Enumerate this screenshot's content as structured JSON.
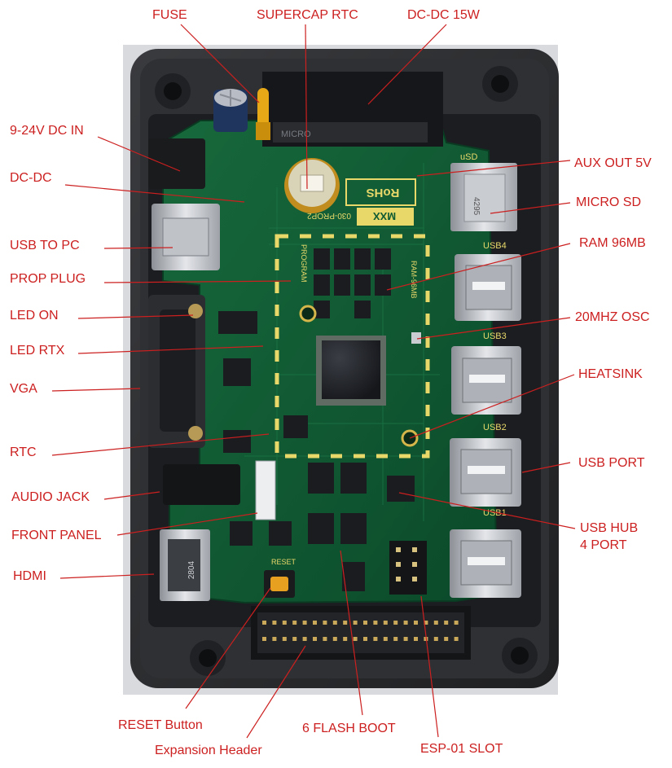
{
  "labels": {
    "fuse": "FUSE",
    "supercap_rtc": "SUPERCAP RTC",
    "dcdc_15w": "DC-DC 15W",
    "dc_in": "9-24V DC IN",
    "dcdc": "DC-DC",
    "usb_to_pc": "USB TO PC",
    "prop_plug": "PROP PLUG",
    "led_on": "LED ON",
    "led_rtx": "LED RTX",
    "vga": "VGA",
    "rtc": "RTC",
    "audio_jack": "AUDIO JACK",
    "front_panel": "FRONT PANEL",
    "hdmi": "HDMI",
    "aux_out": "AUX OUT 5V",
    "micro_sd": "MICRO SD",
    "ram": "RAM 96MB",
    "osc": "20MHZ OSC",
    "heatsink": "HEATSINK",
    "usb_port": "USB PORT",
    "usb_hub_line1": "USB HUB",
    "usb_hub_line2": "4 PORT",
    "reset_button": "RESET Button",
    "expansion_header": "Expansion Header",
    "flash_boot": "6 FLASH BOOT",
    "esp_slot": "ESP-01 SLOT"
  },
  "board_marks": {
    "usb1": "USB1",
    "usb2": "USB2",
    "usb3": "USB3",
    "usb4": "USB4",
    "usd": "uSD",
    "rohs": "RoHS",
    "mxx": "MXX",
    "code": "030-PROP2",
    "ram_mark": "RAM-96MB",
    "program": "PROGRAM",
    "reset_mark": "RESET",
    "hdmi_mark": "2804",
    "sd_mark": "4295"
  },
  "colors": {
    "label": "#cc1f1f",
    "leader": "#cc1f1f",
    "pcb": "#0e5a33",
    "case": "#2a2b2d",
    "silk": "#e8d86a"
  }
}
